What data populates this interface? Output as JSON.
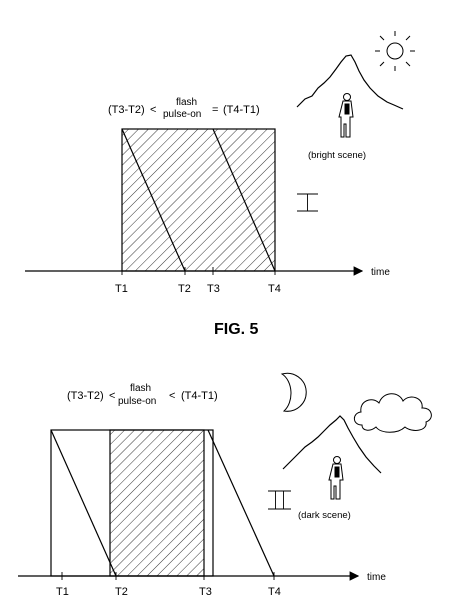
{
  "colors": {
    "ink": "#000000",
    "background": "#ffffff"
  },
  "figure5": {
    "label": "FIG. 5",
    "formula": {
      "left": "(T3-T2)",
      "lt": "<",
      "flash": "flash",
      "pulse": "pulse-on",
      "rel": "=",
      "right": "(T4-T1)"
    },
    "axis_label": "time",
    "ticks": {
      "t1": "T1",
      "t2": "T2",
      "t3": "T3",
      "t4": "T4"
    },
    "scene_label": "(bright scene)",
    "roman": "I",
    "icons": [
      "sun-icon",
      "mountain-icon",
      "person-icon"
    ]
  },
  "figure6": {
    "formula": {
      "left": "(T3-T2)",
      "lt": "<",
      "flash": "flash",
      "pulse": "pulse-on",
      "rel": "<",
      "right": "(T4-T1)"
    },
    "axis_label": "time",
    "ticks": {
      "t1": "T1",
      "t2": "T2",
      "t3": "T3",
      "t4": "T4"
    },
    "scene_label": "(dark scene)",
    "roman": "II",
    "icons": [
      "moon-icon",
      "cloud-icon",
      "mountain-icon",
      "person-icon"
    ]
  }
}
